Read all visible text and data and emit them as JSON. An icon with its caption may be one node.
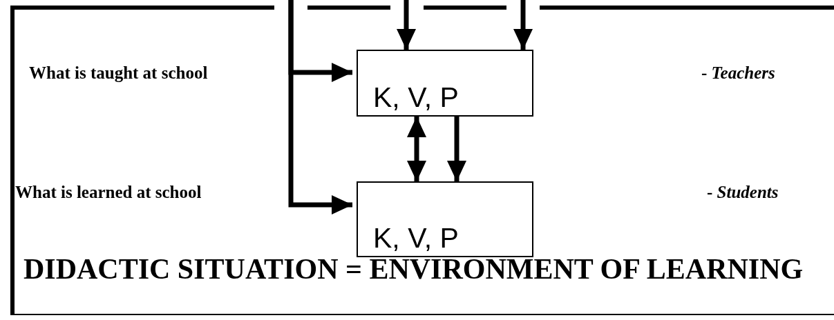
{
  "diagram": {
    "nodes": [
      {
        "text": [
          "DIDACTIC SITUATION = ENVIRONMENT OF LEARNING"
        ]
      },
      {
        "text": [
          "K, V, P"
        ],
        "in": 0
      },
      {
        "text": [
          "K, V, P"
        ],
        "in": 0
      }
    ],
    "edges": [
      {
        "from": null,
        "to": 1,
        "arrow": "to"
      },
      {
        "from": null,
        "to": 1,
        "arrow": "to"
      },
      {
        "from": null,
        "to": 1,
        "arrow": "to"
      },
      {
        "from": null,
        "to": 2,
        "arrow": "to"
      },
      {
        "from": 1,
        "to": 2,
        "arrow": "both"
      },
      {
        "from": 1,
        "to": 2,
        "arrow": "to"
      }
    ],
    "labels": [
      "What is taught at school",
      "- *Teachers*",
      "What is learned at school",
      "- *Students*"
    ]
  }
}
